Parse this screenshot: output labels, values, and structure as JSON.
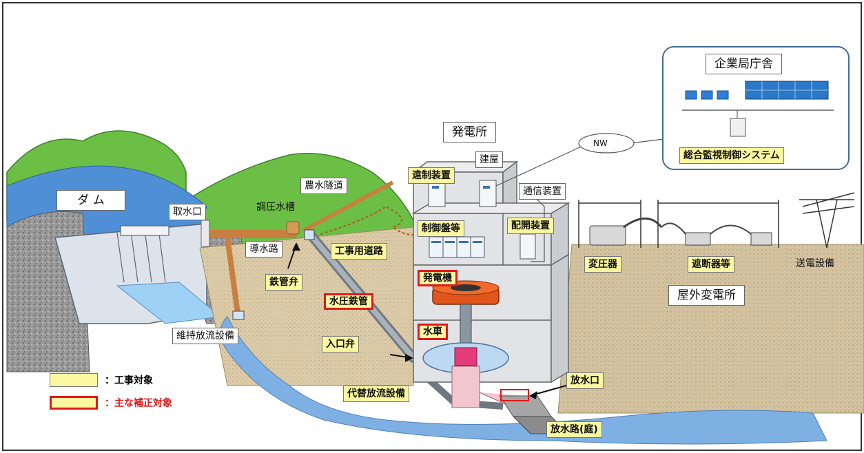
{
  "labels": {
    "dam": "ダ ム",
    "intake": "取水口",
    "surge_tank": "調圧水槽",
    "tunnel": "農水隧道",
    "headrace": "導水路",
    "pipe_valve": "鉄管弁",
    "work_road": "工事用道路",
    "penstock": "水圧鉄管",
    "maintenance_discharge": "維持放流設備",
    "inlet_valve": "入口弁",
    "alt_discharge": "代替放流設備",
    "power_station": "発電所",
    "building": "建屋",
    "remote_control": "遠制装置",
    "comm_device": "通信装置",
    "control_panel": "制御盤等",
    "switchgear": "配開装置",
    "generator": "発電機",
    "turbine": "水車",
    "outlet": "放水口",
    "tailrace": "放水路(庭)",
    "transformer": "変圧器",
    "breaker": "遮断器等",
    "transmission": "送電設備",
    "outdoor_substation": "屋外変電所",
    "office": "企業局庁舎",
    "nw": "NW",
    "monitoring_system": "総合監視制御システム"
  },
  "legend": {
    "work_target": "：工事対象",
    "main_correction": "：主な補正対象"
  },
  "colors": {
    "work_fill": "#fbf7a0",
    "correction_border": "#e01818",
    "water": "#6fa3dd",
    "mountain": "#6cbf45",
    "ground": "#d8c7a4",
    "pipe": "#c87f3f"
  }
}
